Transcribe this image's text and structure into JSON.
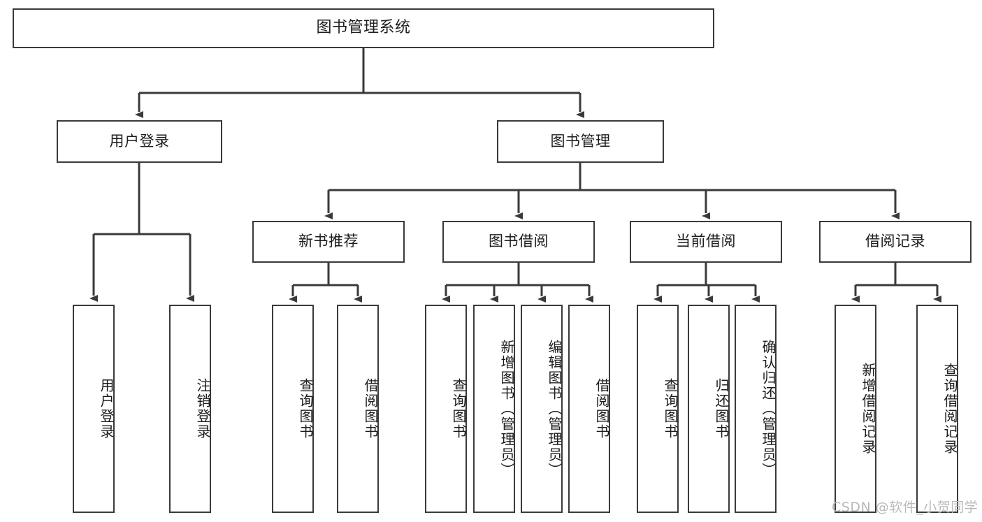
{
  "diagram": {
    "title": "图书管理系统",
    "type": "tree-hierarchy",
    "root": {
      "label": "图书管理系统"
    },
    "level2": [
      {
        "label": "用户登录"
      },
      {
        "label": "图书管理"
      }
    ],
    "level3": [
      {
        "label": "新书推荐"
      },
      {
        "label": "图书借阅"
      },
      {
        "label": "当前借阅"
      },
      {
        "label": "借阅记录"
      }
    ],
    "leaves": {
      "user_login": [
        {
          "label": "用户登录"
        },
        {
          "label": "注销登录"
        }
      ],
      "new_book_recommend": [
        {
          "label": "查询图书"
        },
        {
          "label": "借阅图书"
        }
      ],
      "book_borrow": [
        {
          "label": "查询图书"
        },
        {
          "label": "新增图书（管理员）"
        },
        {
          "label": "编辑图书（管理员）"
        },
        {
          "label": "借阅图书"
        }
      ],
      "current_borrow": [
        {
          "label": "查询图书"
        },
        {
          "label": "归还图书"
        },
        {
          "label": "确认归还（管理员）"
        }
      ],
      "borrow_record": [
        {
          "label": "新增借阅记录"
        },
        {
          "label": "查询借阅记录"
        }
      ]
    }
  },
  "watermark": {
    "text": "CSDN @软件_小贺同学"
  },
  "colors": {
    "border": "#3a3a3a",
    "background": "#ffffff",
    "text": "#1d1d1d",
    "watermark": "#b9b9b9"
  }
}
